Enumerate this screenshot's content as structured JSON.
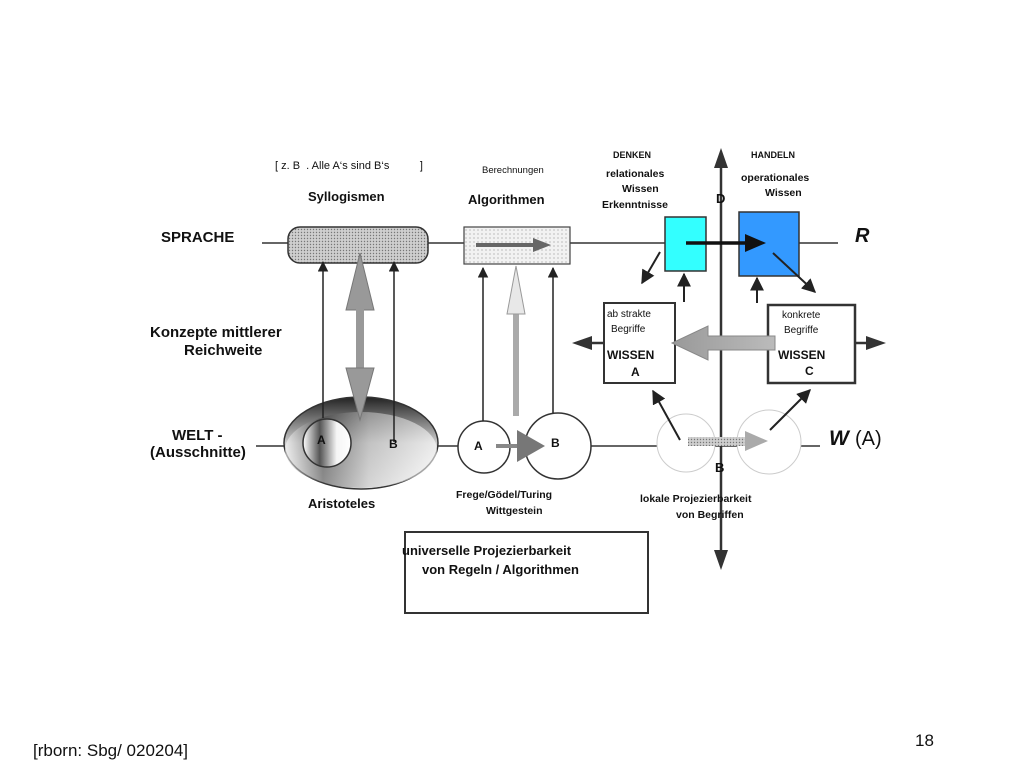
{
  "labels": {
    "example": "[ z. B  . Alle A‘s sind B‘s          ]",
    "syllogismen": "Syllogismen",
    "berechnungen": "Berechnungen",
    "algorithmen": "Algorithmen",
    "denken": "DENKEN",
    "handeln": "HANDELN",
    "relationales_1": "relationales",
    "relationales_2": "Wissen",
    "relationales_3": "Erkenntnisse",
    "operationales_1": "operationales",
    "operationales_2": "Wissen",
    "axis_top": "D",
    "axis_bottom": "B",
    "axis_right": "R",
    "sprache": "SPRACHE",
    "konzepte_1": "Konzepte mittlerer",
    "konzepte_2": "Reichweite",
    "welt_1": "WELT -",
    "welt_2": "(Ausschnitte)",
    "w_symbol": "W",
    "w_arg": "(A)",
    "abstrakte_1": "ab strakte",
    "abstrakte_2": "Begriffe",
    "wissen_a_1": "WISSEN",
    "wissen_a_2": "A",
    "konkrete_1": "konkrete",
    "konkrete_2": "Begriffe",
    "wissen_c_1": "WISSEN",
    "wissen_c_2": "C",
    "set_a": "A",
    "set_b": "B",
    "aristoteles": "Aristoteles",
    "frege_1": "Frege/Gödel/Turing",
    "frege_2": "Wittgestein",
    "lokale_1": "lokale Projezierbarkeit",
    "lokale_2": "von Begriffen",
    "universelle_1": "universelle Projezierbarkeit",
    "universelle_2": "von Regeln / Algorithmen"
  },
  "colors": {
    "cyan_box": "#33ffff",
    "blue_box": "#3399ff",
    "line": "#333333"
  },
  "footer": {
    "source": "[rborn: Sbg/ 020204]",
    "page_number": "18"
  }
}
